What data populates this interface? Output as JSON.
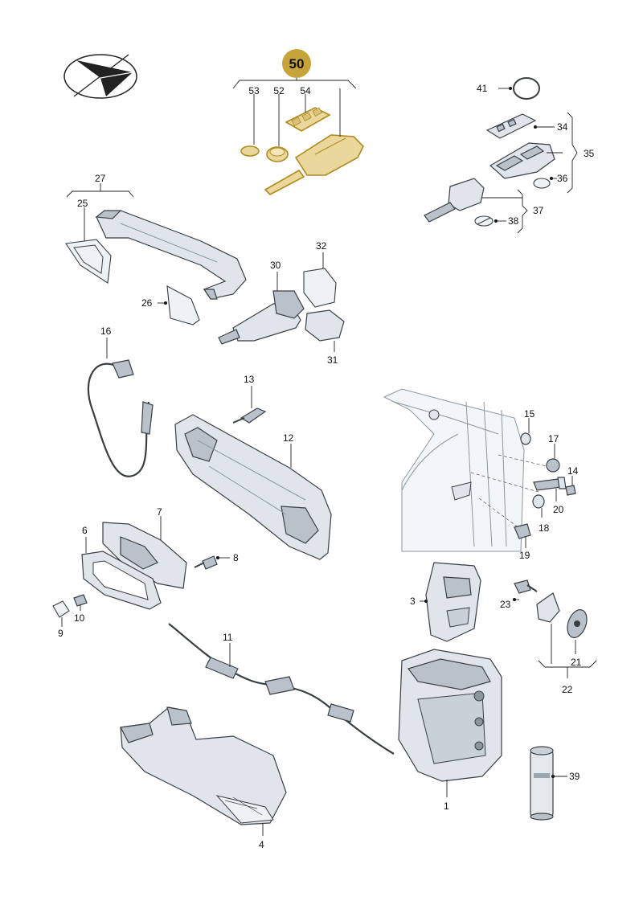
{
  "callouts": {
    "c1": "1",
    "c3": "3",
    "c4": "4",
    "c6": "6",
    "c7": "7",
    "c8": "8",
    "c9": "9",
    "c10": "10",
    "c11": "11",
    "c12": "12",
    "c13": "13",
    "c14": "14",
    "c15": "15",
    "c16": "16",
    "c17": "17",
    "c18": "18",
    "c19": "19",
    "c20": "20",
    "c21": "21",
    "c22": "22",
    "c23": "23",
    "c25": "25",
    "c26": "26",
    "c27": "27",
    "c30": "30",
    "c31": "31",
    "c32": "32",
    "c34": "34",
    "c35": "35",
    "c36": "36",
    "c37": "37",
    "c38": "38",
    "c39": "39",
    "c41": "41",
    "c50": "50",
    "c52": "52",
    "c53": "53",
    "c54": "54"
  },
  "colors": {
    "highlight_badge": "#c7a43a",
    "highlight_outline": "#b08a1c",
    "part_fill": "#dfe5ea",
    "part_stroke": "#3a3f44"
  },
  "icons": {
    "logo": "paper-plane-logo-icon"
  }
}
